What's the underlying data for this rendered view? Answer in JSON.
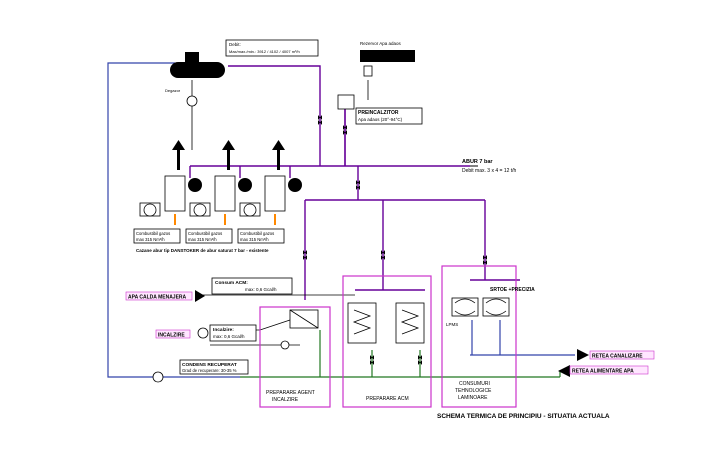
{
  "labels": {
    "debit_top_title": "Debit:",
    "debit_top_value": "Max/max./min.: 3912 / 4102 / 4007 m³/h",
    "degazor": "Degazor",
    "rezervor": "Rezervor Apa adaos",
    "preincalzitor_1": "PREINCALZITOR",
    "preincalzitor_2": "Apa adaos  (20°-94°C)",
    "abur_7bar": "ABUR 7 bar",
    "debit_abur": "Debit max. 3 x 4 = 12 t/h",
    "comb1_1": "Combustibil gazos",
    "comb1_2": "max 315 Nm³/h",
    "comb2_1": "Combustibil gazos",
    "comb2_2": "max 315 Nm³/h",
    "comb3_1": "Combustibil gazos",
    "comb3_2": "max 315 Nm³/h",
    "cazane": "Cazane abur tip DANSTOKER  de abur saturat 7 bar - existente",
    "consum_acm_1": "Consum ACM:",
    "consum_acm_2": "max: 0,6 Gcal/h",
    "apa_calda_menajera": "APA CALDA MENAJERA",
    "incalzire": "INCALZIRE",
    "incalzire_box_1": "Incalzire:",
    "incalzire_box_2": "max: 0,6 Gcal/h",
    "condens_1": "CONDENS RECUPERAT",
    "condens_2": "Grad de recuperare: 30-35 %",
    "sertoe": "SRTOE +PRECIZIA",
    "lpms": "LPMS",
    "retea_canalizare": "RETEA CANALIZARE",
    "retea_alimentare": "RETEA ALIMENTARE APA",
    "preparare_agent_1": "PREPARARE AGENT",
    "preparare_agent_2": "INCALZIRE",
    "preparare_acm": "PREPARARE ACM",
    "consumuri_1": "CONSUMURI",
    "consumuri_2": "TEHNOLOGICE",
    "consumuri_3": "LAMINOARE",
    "schema_title": "SCHEMA TERMICA DE PRINCIPIU - SITUATIA ACTUALA"
  },
  "colors": {
    "steam": "#660099",
    "water": "#3344aa",
    "condensate": "#227722",
    "zone": "#cc33cc",
    "flame": "#ff8800"
  }
}
